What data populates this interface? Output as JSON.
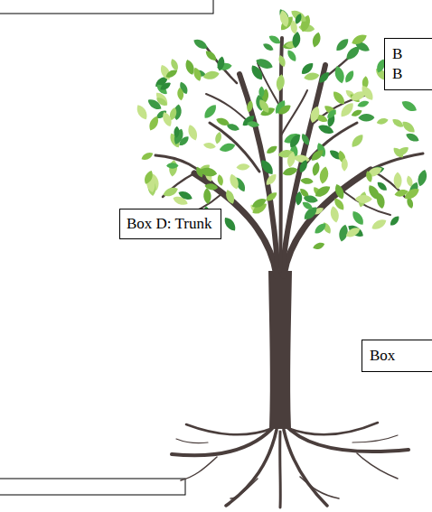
{
  "diagram": {
    "nodes": [
      {
        "text": [
          "Box D: Trunk"
        ]
      },
      {
        "text": [
          "B",
          "B"
        ]
      },
      {
        "text": [
          "Box"
        ]
      }
    ]
  }
}
